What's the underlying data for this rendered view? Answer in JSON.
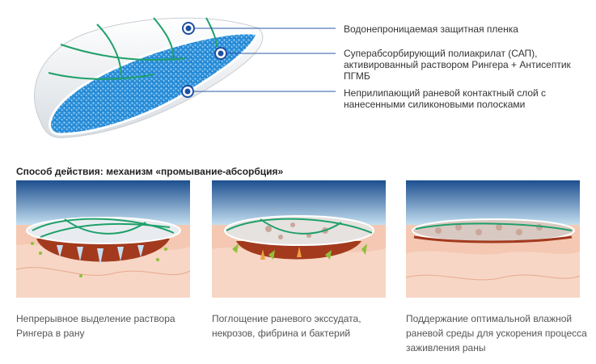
{
  "callouts": [
    {
      "text": "Водонепроницаемая защитная пленка"
    },
    {
      "text": "Суперабсорбирующий полиакрилат (САП), активированный раствором Рингера + Антисептик ПГМБ"
    },
    {
      "text": "Неприлипающий раневой контактный слой с нанесенными силиконовыми полосками"
    }
  ],
  "section_title": "Способ действия: механизм «промывание-абсорбция»",
  "panels": [
    {
      "caption": "Непрерывное выделение раствора Рингера в рану"
    },
    {
      "caption": "Поглощение раневого экссудата, некрозов, фибрина и бактерий"
    },
    {
      "caption": "Поддержание оптимальной влажной раневой среды для ускорения процесса заживления раны"
    }
  ],
  "colors": {
    "callout_marker": "#1e4fa0",
    "callout_line": "#2a5aa8",
    "sap_blue": "#2b8fd8",
    "stripe_green": "#1fa06a",
    "water_top": "#1d4f8f",
    "skin": "#f4c8b2",
    "wound": "#a33a1e"
  }
}
